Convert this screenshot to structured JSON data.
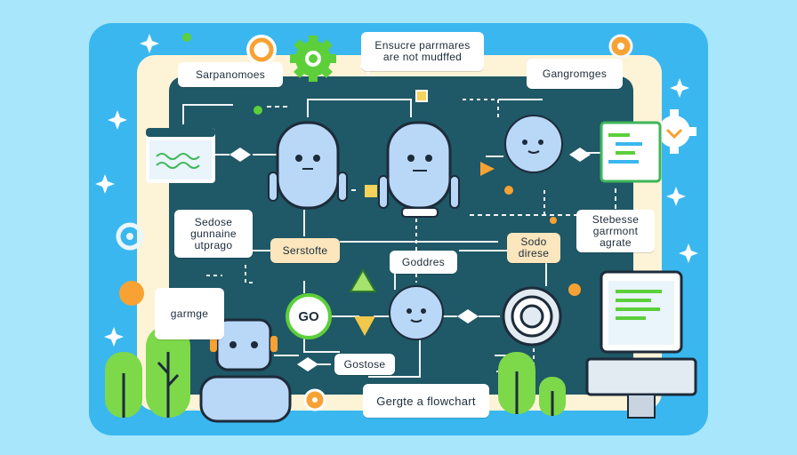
{
  "diagram": {
    "title_box": "Ensucre parrmares\nare not mudffed",
    "nodes": [
      {
        "id": "sarpanomoes",
        "label": "Sarpanomoes"
      },
      {
        "id": "gangromges",
        "label": "Gangromges"
      },
      {
        "id": "sedose",
        "label": "Sedose\ngunnaine\nutprago"
      },
      {
        "id": "stebesse",
        "label": "Stebesse\ngarrmont\nagrate"
      },
      {
        "id": "serstofte",
        "label": "Serstofte"
      },
      {
        "id": "goddres",
        "label": "Goddres"
      },
      {
        "id": "sodo",
        "label": "Sodo\ndirese"
      },
      {
        "id": "garmge",
        "label": "garmge"
      },
      {
        "id": "go",
        "label": "GO"
      },
      {
        "id": "gostose",
        "label": "Gostose"
      },
      {
        "id": "flowchart",
        "label": "Gergte a flowchart"
      }
    ]
  },
  "colors": {
    "background": "#a7e6fb",
    "frame_blue": "#3ab7ef",
    "cream": "#fdf3d6",
    "board": "#1f5866",
    "robot": "#b9d7f7",
    "accent_green": "#5ccf3a",
    "accent_orange": "#f7a233"
  }
}
